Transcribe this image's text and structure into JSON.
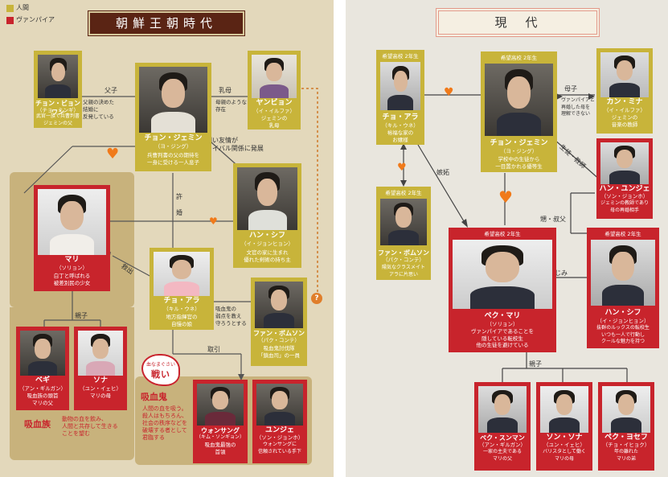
{
  "legend": {
    "human": "人間",
    "vampire": "ヴァンパイア",
    "human_color": "#c8b43a",
    "vampire_color": "#c8242c"
  },
  "left": {
    "title": "朝鮮王朝時代",
    "cards": {
      "cheon_byeongwan": {
        "name": "チョン・ビョンワン",
        "actor": "（チョ・ミンギ）",
        "desc": [
          "武官一族で兵曹判書",
          "ジェミンの父"
        ]
      },
      "yanbyeon": {
        "name": "ヤンビョン",
        "actor": "（イ・イルファ）",
        "desc": [
          "ジェミンの",
          "乳母"
        ]
      },
      "cheon_jemin": {
        "name": "チョン・ジェミン",
        "actor": "（ヨ・ジング）",
        "desc": [
          "兵曹判書の父の期待を",
          "一身に受ける一人息子"
        ]
      },
      "han_sihu": {
        "name": "ハン・シフ",
        "actor": "（イ・ジョンヒョン）",
        "desc": [
          "文官の家に生まれ",
          "優れた剣術の持ち主"
        ]
      },
      "mari": {
        "name": "マリ",
        "actor": "（ソリョン）",
        "desc": [
          "白丁と呼ばれる",
          "被差別民の少女"
        ]
      },
      "cho_ara": {
        "name": "チョ・アラ",
        "actor": "（キル・ウネ）",
        "desc": [
          "地方指揮官の",
          "自慢の娘"
        ]
      },
      "fan_bomson": {
        "name": "ファン・ボムソン",
        "actor": "（パク・コンテ）",
        "desc": [
          "吸血鬼討伐隊",
          "「鎮血司」の一員"
        ]
      },
      "begi": {
        "name": "ベギ",
        "actor": "（アン・ギルガン）",
        "desc": [
          "吸血族の頭首",
          "マリの父"
        ]
      },
      "sona": {
        "name": "ソナ",
        "actor": "（ユン・イェヒ）",
        "desc": [
          "マリの母"
        ]
      },
      "wonsang": {
        "name": "ウォンサング",
        "actor": "（キム・ソンギョン）",
        "desc": [
          "吸血鬼最強の",
          "首領"
        ]
      },
      "yunje": {
        "name": "ユンジェ",
        "actor": "（ソン・ジョンホ）",
        "desc": [
          "ウォンサングに",
          "信頼されている手下"
        ]
      }
    },
    "labels": {
      "father_son": "父子",
      "father_son_desc": [
        "父親の決めた",
        "結婚に",
        "反発している"
      ],
      "nanny": "乳母",
      "nanny_desc": [
        "母親のような",
        "存在"
      ],
      "friendship": [
        "固い友情が",
        "ライバル関係に発展"
      ],
      "engaged": [
        "許",
        "婚"
      ],
      "rescue": "救出",
      "parent_child": "親子",
      "vampire_hunt": [
        "吸血鬼の",
        "弱点を教え",
        "守ろうとする"
      ],
      "capture": "取引",
      "battle_top": "血なまぐさい",
      "battle": "戦い",
      "question": "?"
    },
    "groups": {
      "vampire_clan": "吸血族",
      "vampire_clan_desc": [
        "動物の血を飲み、",
        "人間と共存して生きる",
        "ことを望む"
      ],
      "vampire_demon": "吸血鬼",
      "vampire_demon_desc": [
        "人間の血を吸う。",
        "殺人はもちろん、",
        "社会の秩序などを",
        "破壊する者として",
        "君臨する"
      ]
    }
  },
  "right": {
    "title": "現　代",
    "cards": {
      "cho_ara": {
        "badge": "希望高校 2年生",
        "name": "チョ・アラ",
        "actor": "（キル・ウネ）",
        "desc": [
          "裕福な家の",
          "お嬢様"
        ]
      },
      "cheon_jemin": {
        "badge": "希望高校 2年生",
        "name": "チョン・ジェミン",
        "actor": "（ヨ・ジング）",
        "desc": [
          "学校中の生徒から",
          "一目置かれる優等生"
        ]
      },
      "kang_mina": {
        "name": "カン・ミナ",
        "actor": "（イ・イルファ）",
        "desc": [
          "ジェミンの",
          "音楽の教師"
        ]
      },
      "han_yunje": {
        "name": "ハン・ユンジェ",
        "actor": "（ソン・ジョンホ）",
        "desc": [
          "ジェミンの教師であり",
          "母の再婚相手"
        ]
      },
      "fan_bomson": {
        "badge": "希望高校 2年生",
        "name": "ファン・ボムソン",
        "actor": "（パク・コンテ）",
        "desc": [
          "陽気なクラスメイト",
          "アラに片思い"
        ]
      },
      "baek_mari": {
        "badge": "希望高校 2年生",
        "name": "ペク・マリ",
        "actor": "（ソリョン）",
        "desc": [
          "ヴァンパイアであることを",
          "隠している転校生",
          "他の生徒を避けている"
        ]
      },
      "han_sihu": {
        "badge": "希望高校 2年生",
        "name": "ハン・シフ",
        "actor": "（イ・ジョンヒョン）",
        "desc": [
          "抜群のルックスの転校生",
          "いつも一人で行動し",
          "クールな魅力を持つ"
        ]
      },
      "baek_snman": {
        "name": "ペク・スンマン",
        "actor": "（アン・ギルガン）",
        "desc": [
          "一家の主夫である",
          "マリの父"
        ]
      },
      "son_sona": {
        "name": "ソン・ソナ",
        "actor": "（ユン・イェヒ）",
        "desc": [
          "バリスタとして働く",
          "マリの母"
        ]
      },
      "baek_yosep": {
        "name": "ペク・ヨセフ",
        "actor": "（チョ・イヒョク）",
        "desc": [
          "年の離れた",
          "マリの弟"
        ]
      }
    },
    "labels": {
      "mother_son": "母子",
      "mother_desc": [
        "ヴァンパイアと",
        "再婚した母を",
        "理解できない"
      ],
      "student_teacher": "生徒・教師",
      "jealousy": "嫉妬",
      "nephew_uncle": "甥・叔父",
      "childhood": "幼なじみ",
      "parent_child": "親子"
    }
  }
}
